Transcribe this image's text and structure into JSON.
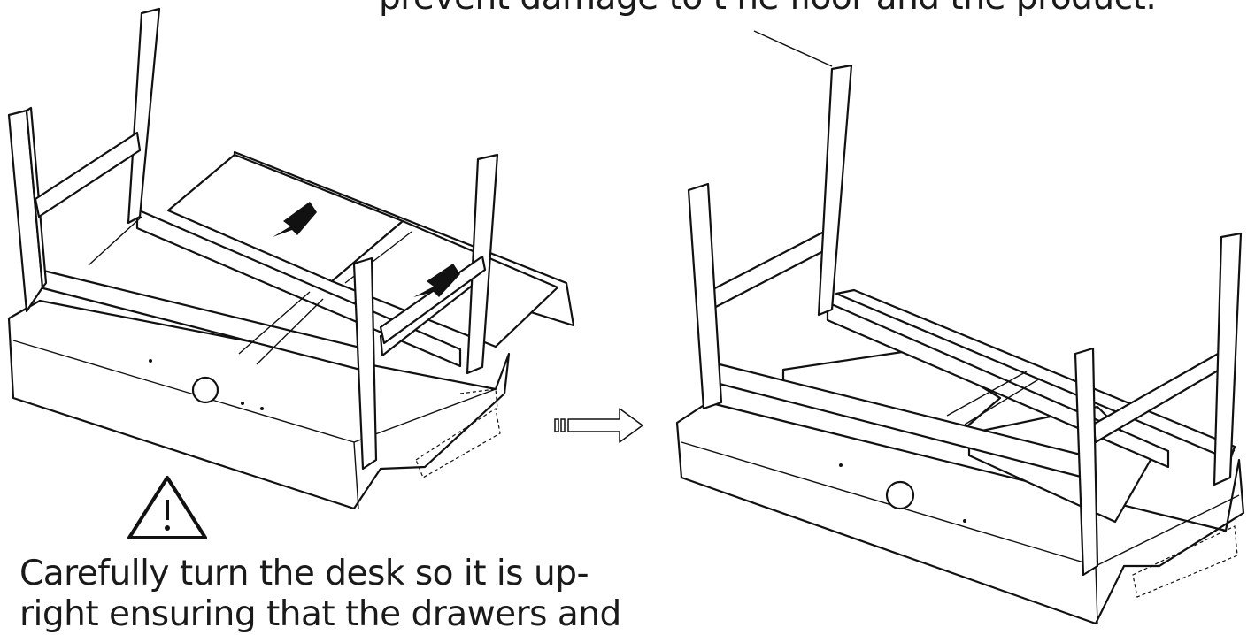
{
  "caption_top": "prevent damage to t he floor and the product.",
  "caption_bottom": [
    "Carefully turn the desk so it is up-",
    "right ensuring that the drawers and"
  ],
  "icons": {
    "warning": "warning-triangle-icon",
    "arrow": "turn-over-arrow-icon",
    "drawer_arrow": "push-arrow-icon"
  }
}
